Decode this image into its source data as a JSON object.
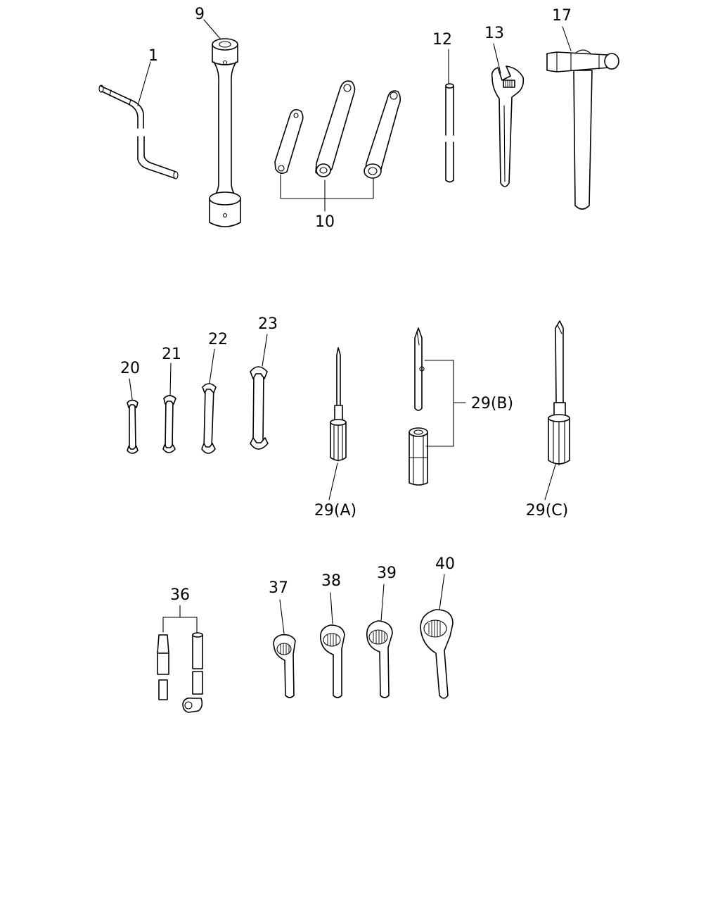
{
  "parts": [
    {
      "id": "p1",
      "label": "1"
    },
    {
      "id": "p9",
      "label": "9"
    },
    {
      "id": "p10",
      "label": "10"
    },
    {
      "id": "p12",
      "label": "12"
    },
    {
      "id": "p13",
      "label": "13"
    },
    {
      "id": "p17",
      "label": "17"
    },
    {
      "id": "p20",
      "label": "20"
    },
    {
      "id": "p21",
      "label": "21"
    },
    {
      "id": "p22",
      "label": "22"
    },
    {
      "id": "p23",
      "label": "23"
    },
    {
      "id": "p29a",
      "label": "29(A)"
    },
    {
      "id": "p29b",
      "label": "29(B)"
    },
    {
      "id": "p29c",
      "label": "29(C)"
    },
    {
      "id": "p36",
      "label": "36"
    },
    {
      "id": "p37",
      "label": "37"
    },
    {
      "id": "p38",
      "label": "38"
    },
    {
      "id": "p39",
      "label": "39"
    },
    {
      "id": "p40",
      "label": "40"
    }
  ],
  "colors": {
    "line": "#000000",
    "background": "#ffffff"
  }
}
